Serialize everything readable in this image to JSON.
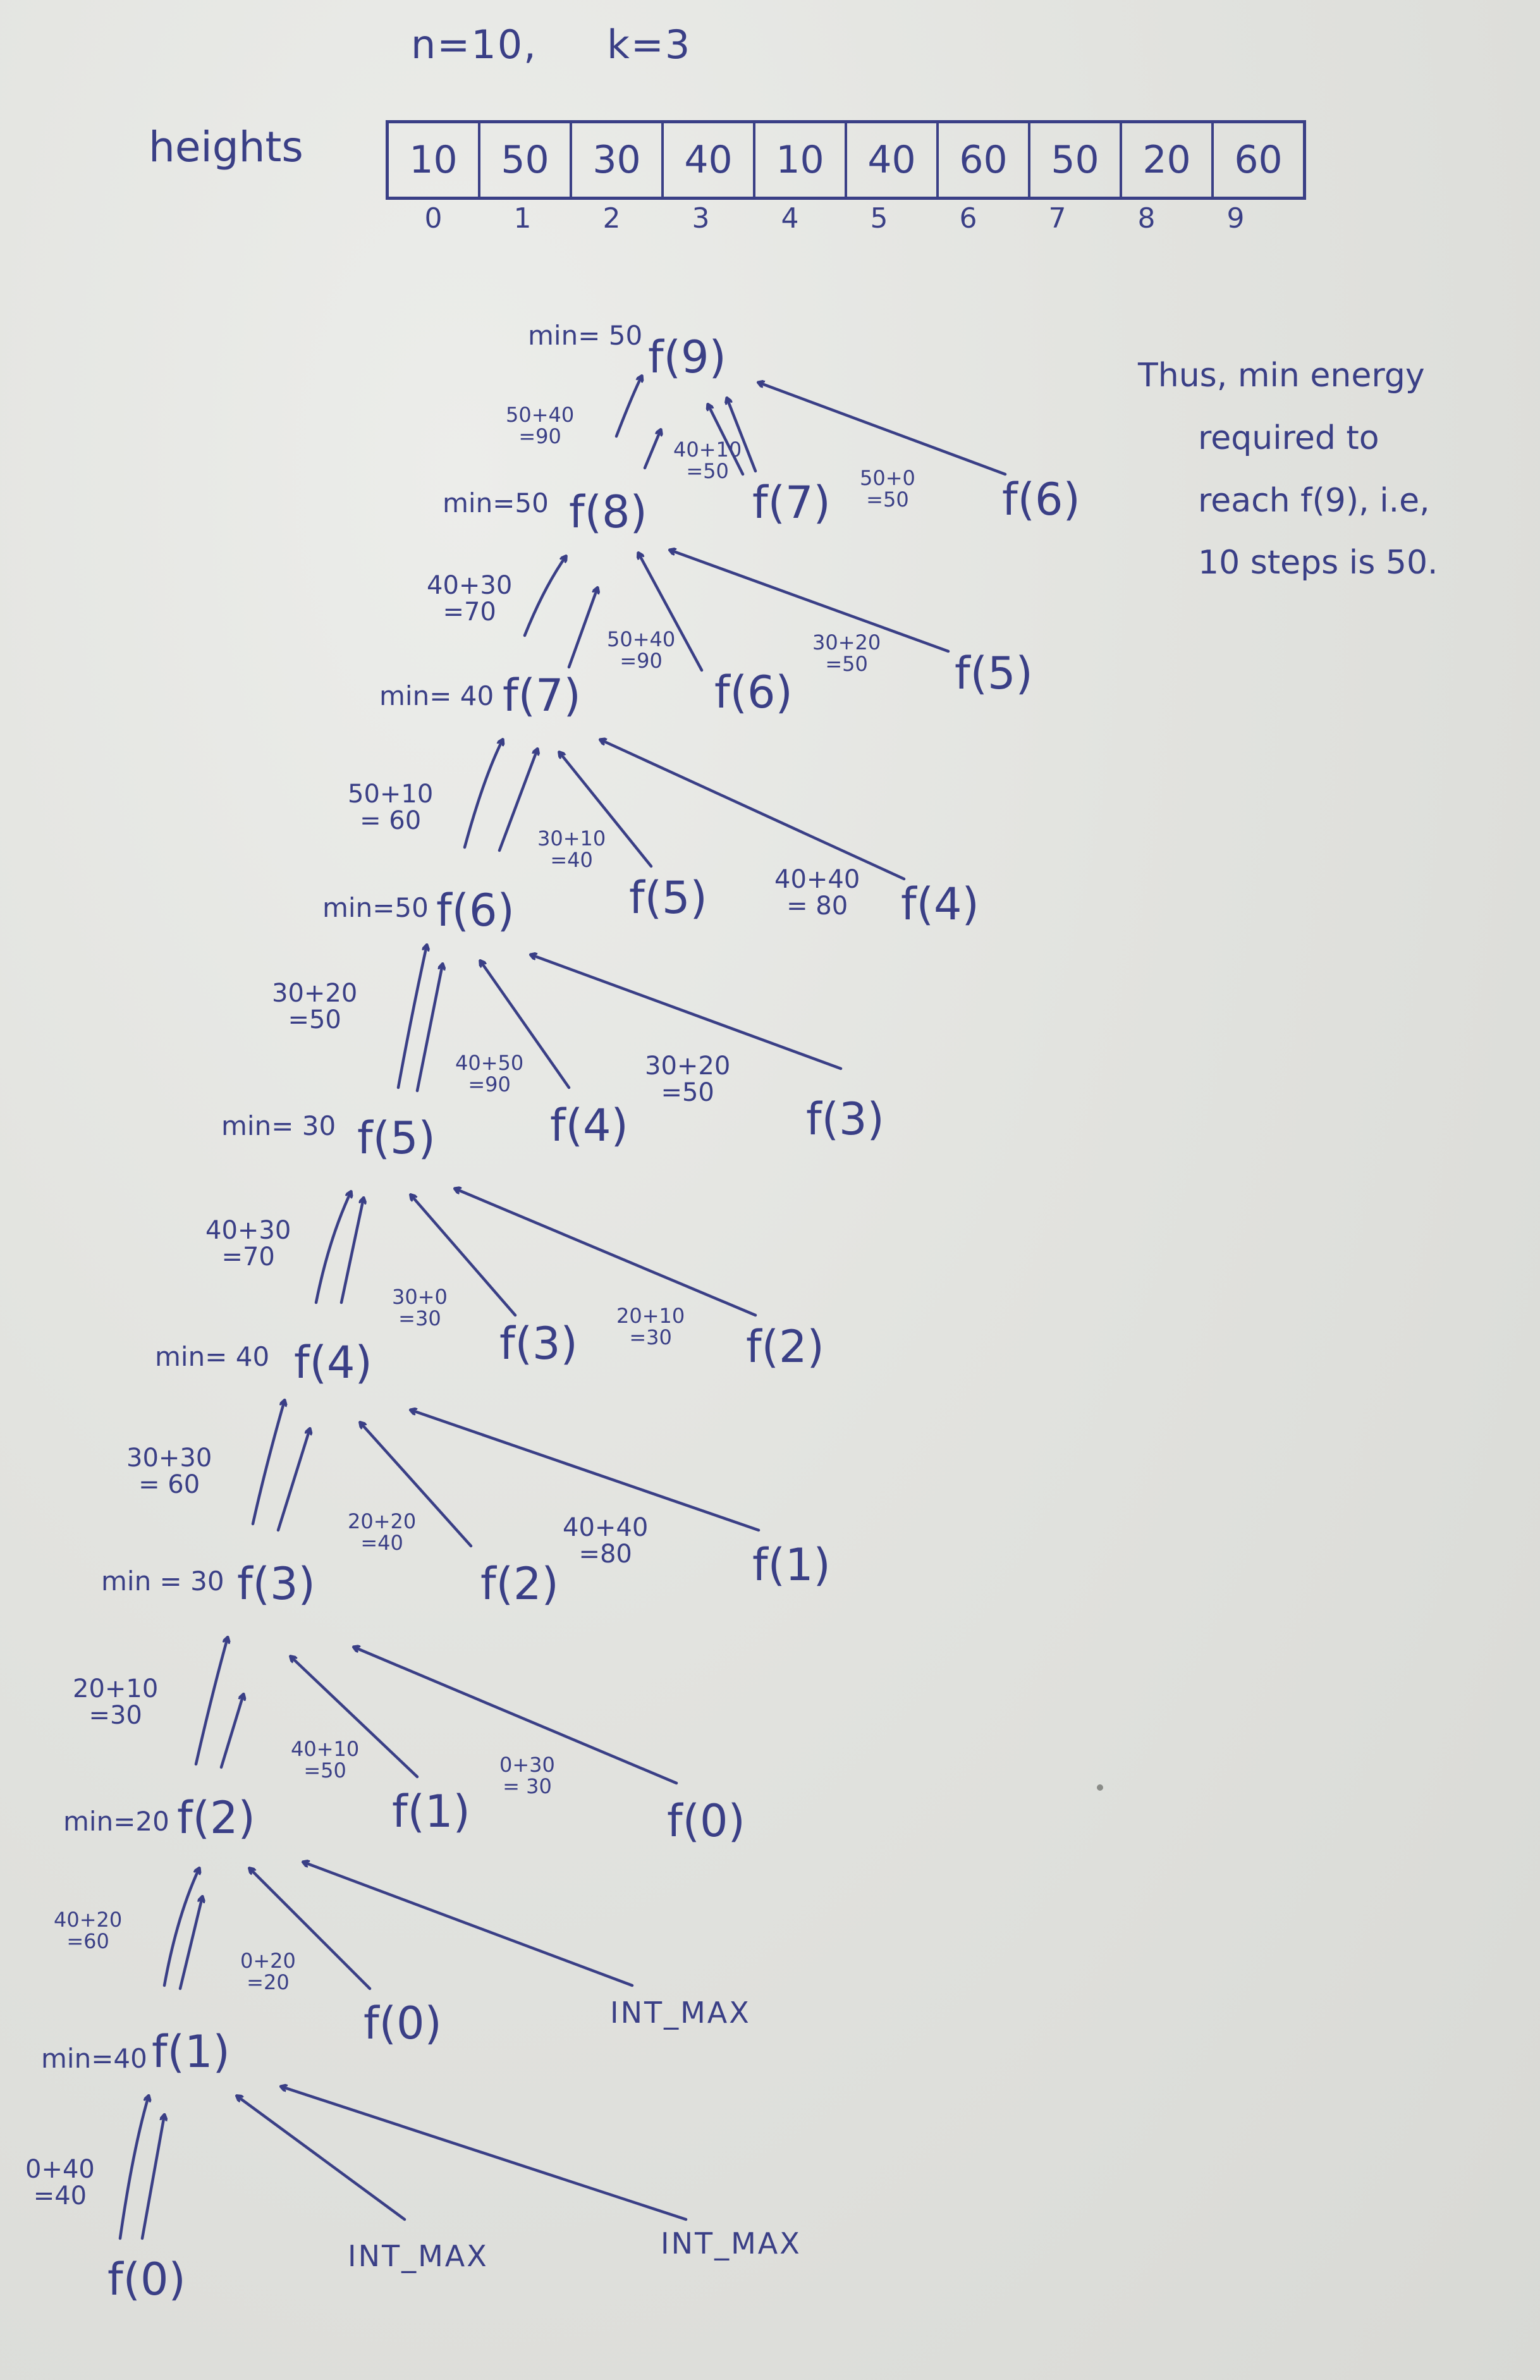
{
  "header": {
    "n_label": "n=10,",
    "k_label": "k=3"
  },
  "heights": {
    "label": "heights",
    "values": [
      "10",
      "50",
      "30",
      "40",
      "10",
      "40",
      "60",
      "50",
      "20",
      "60"
    ],
    "indices": [
      "0",
      "1",
      "2",
      "3",
      "4",
      "5",
      "6",
      "7",
      "8",
      "9"
    ]
  },
  "levels": [
    {
      "min": "min= 50",
      "node": "f(9)",
      "left_calc": "50+40\n=90",
      "children": [
        "f(8)",
        "f(7)",
        "f(6)"
      ],
      "child_calcs": [
        "40+10\n=50",
        "50+0\n=50"
      ]
    },
    {
      "min": "min=50",
      "node": "f(8)",
      "left_calc": "40+30\n=70",
      "children": [
        "f(7)",
        "f(6)",
        "f(5)"
      ],
      "child_calcs": [
        "50+40\n=90",
        "30+20\n=50"
      ]
    },
    {
      "min": "min= 40",
      "node": "f(7)",
      "left_calc": "50+10\n= 60",
      "children": [
        "f(6)",
        "f(5)",
        "f(4)"
      ],
      "child_calcs": [
        "30+10\n=40",
        "40+40\n= 80"
      ]
    },
    {
      "min": "min=50",
      "node": "f(6)",
      "left_calc": "30+20\n=50",
      "children": [
        "f(5)",
        "f(4)",
        "f(3)"
      ],
      "child_calcs": [
        "40+50\n=90",
        "30+20\n=50"
      ]
    },
    {
      "min": "min= 30",
      "node": "f(5)",
      "left_calc": "40+30\n=70",
      "children": [
        "f(4)",
        "f(3)",
        "f(2)"
      ],
      "child_calcs": [
        "30+0\n=30",
        "20+10\n=30"
      ]
    },
    {
      "min": "min= 40",
      "node": "f(4)",
      "left_calc": "30+30\n= 60",
      "children": [
        "f(3)",
        "f(2)",
        "f(1)"
      ],
      "child_calcs": [
        "20+20\n=40",
        "40+40\n=80"
      ]
    },
    {
      "min": "min = 30",
      "node": "f(3)",
      "left_calc": "20+10\n=30",
      "children": [
        "f(2)",
        "f(1)",
        "f(0)"
      ],
      "child_calcs": [
        "40+10\n=50",
        "0+30\n= 30"
      ]
    },
    {
      "min": "min=20",
      "node": "f(2)",
      "left_calc": "40+20\n=60",
      "children": [
        "f(1)",
        "f(0)",
        "INT_MAX"
      ],
      "child_calcs": [
        "0+20\n=20"
      ]
    },
    {
      "min": "min=40",
      "node": "f(1)",
      "left_calc": "0+40\n=40",
      "children": [
        "f(0)",
        "INT_MAX",
        "INT_MAX"
      ],
      "child_calcs": []
    }
  ],
  "final_node": "f(0)",
  "note": [
    "Thus, min energy",
    "required to",
    "reach f(9), i.e,",
    "10 steps is 50."
  ]
}
